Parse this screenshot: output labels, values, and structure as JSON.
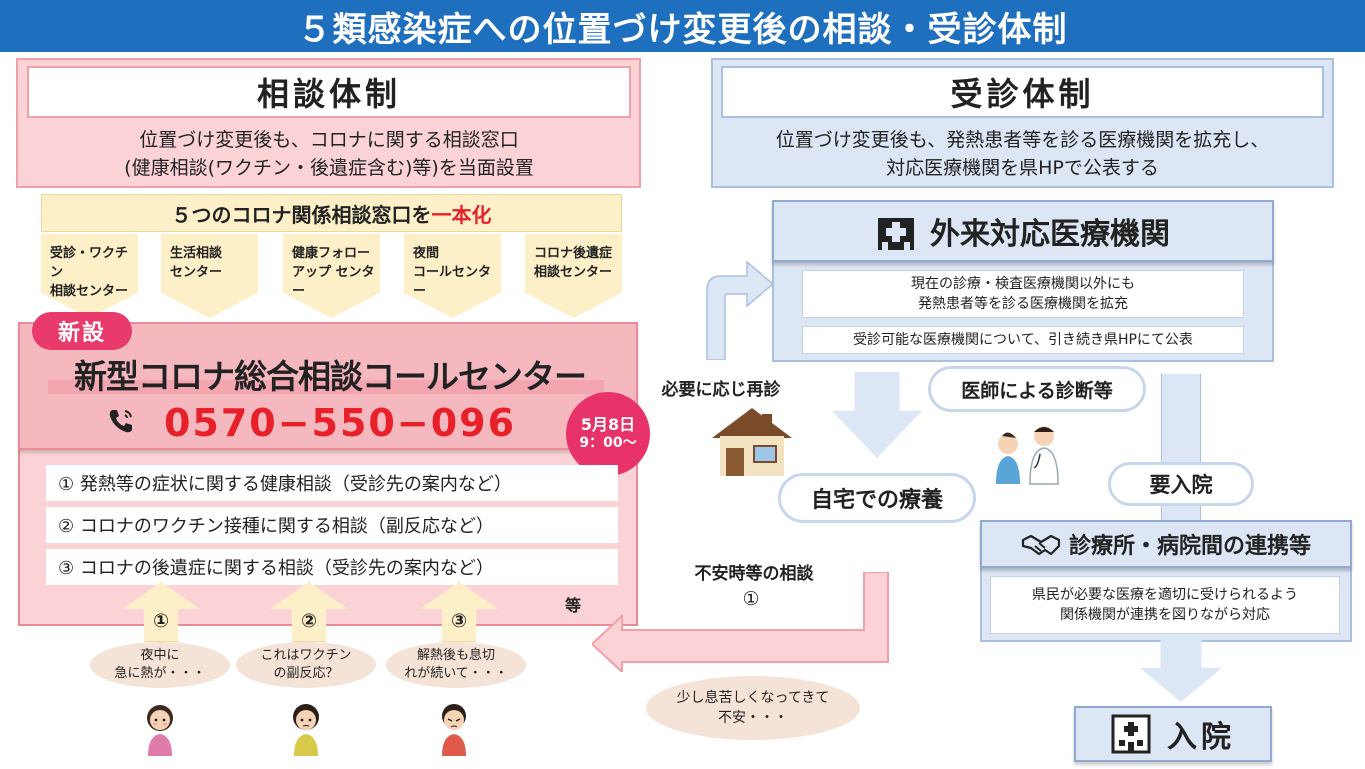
{
  "title": "５類感染症への位置づけ変更後の相談・受診体制",
  "consult": {
    "heading": "相談体制",
    "desc_line1": "位置づけ変更後も、コロナに関する相談窓口",
    "desc_line2": "(健康相談(ワクチン・後遺症含む)等)を当面設置",
    "unify_prefix": "５つのコロナ関係相談窓口を",
    "unify_highlight": "一本化",
    "windows": [
      {
        "line1": "受診・ワクチン",
        "line2": "相談センター"
      },
      {
        "line1": "生活相談",
        "line2": "センター"
      },
      {
        "line1": "健康フォロー",
        "line2": "アップ センター"
      },
      {
        "line1": "夜間",
        "line2": "コールセンター"
      },
      {
        "line1": "コロナ後遺症",
        "line2": "相談センター"
      }
    ]
  },
  "call_center": {
    "badge": "新設",
    "name": "新型コロナ総合相談コールセンター",
    "phone": "0570−550−096",
    "date_line1": "5月8日",
    "date_line2": "9：00〜",
    "items": [
      "① 発熱等の症状に関する健康相談（受診先の案内など）",
      "② コロナのワクチン接種に関する相談（副反応など）",
      "③ コロナの後遺症に関する相談（受診先の案内など）"
    ],
    "etc": "等"
  },
  "people": [
    {
      "num": "①",
      "bubble_line1": "夜中に",
      "bubble_line2": "急に熱が・・・"
    },
    {
      "num": "②",
      "bubble_line1": "これはワクチン",
      "bubble_line2": "の副反応？"
    },
    {
      "num": "③",
      "bubble_line1": "解熱後も息切",
      "bubble_line2": "れが続いて・・・"
    }
  ],
  "clinic": {
    "heading": "受診体制",
    "desc_line1": "位置づけ変更後も、発熱患者等を診る医療機関を拡充し、",
    "desc_line2": "対応医療機関を県HPで公表する",
    "outpatient_title": "外来対応医療機関",
    "outpatient_item1_line1": "現在の診療・検査医療機関以外にも",
    "outpatient_item1_line2": "発熱患者等を診る医療機関を拡充",
    "outpatient_item2": "受診可能な医療機関について、引き続き県HPにて公表",
    "rediagnosis": "必要に応じ再診",
    "doctor": "医師による診断等",
    "home_care": "自宅での療養",
    "hospital_need": "要入院",
    "coop_title": "診療所・病院間の連携等",
    "coop_line1": "県民が必要な医療を適切に受けられるよう",
    "coop_line2": "関係機関が連携を図りながら対応",
    "hospital": "入院"
  },
  "anxiety": {
    "label": "不安時等の相談",
    "num": "①",
    "bubble_line1": "少し息苦しくなってきて",
    "bubble_line2": "不安・・・"
  },
  "colors": {
    "title_bg": "#1f6fbf",
    "pink": "#fbd3d6",
    "blue": "#dce6f5",
    "red": "#e8202a",
    "magenta": "#e8336a",
    "cream": "#fdf0c8"
  },
  "icons": [
    "phone-icon",
    "hospital-icon",
    "handshake-icon",
    "hospital-building-icon",
    "house-icon",
    "doctor-patient-icon",
    "person-icon"
  ]
}
